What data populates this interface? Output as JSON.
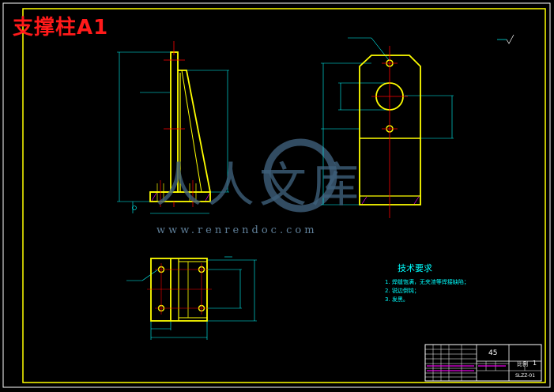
{
  "drawing_title": "支撑柱A1",
  "watermark": {
    "text": "人人文库",
    "url": "www.renrendoc.com"
  },
  "technical_requirements": {
    "title": "技术要求",
    "items": [
      "1. 焊缝饱满，无夹渣等焊接缺陷；",
      "2. 锐边倒钝；",
      "3. 发黑。"
    ]
  },
  "title_block": {
    "material": "45",
    "scale_label": "比例",
    "scale_value": "1",
    "drawing_number": "SLZZ-01"
  },
  "colors": {
    "background": "#000000",
    "frame": "#ffff00",
    "outline": "#ffff00",
    "dimension": "#00ffff",
    "centerline": "#ff0000",
    "hatch": "#ff00ff",
    "title": "#ff1a1a",
    "watermark": "#3e5f7a"
  }
}
